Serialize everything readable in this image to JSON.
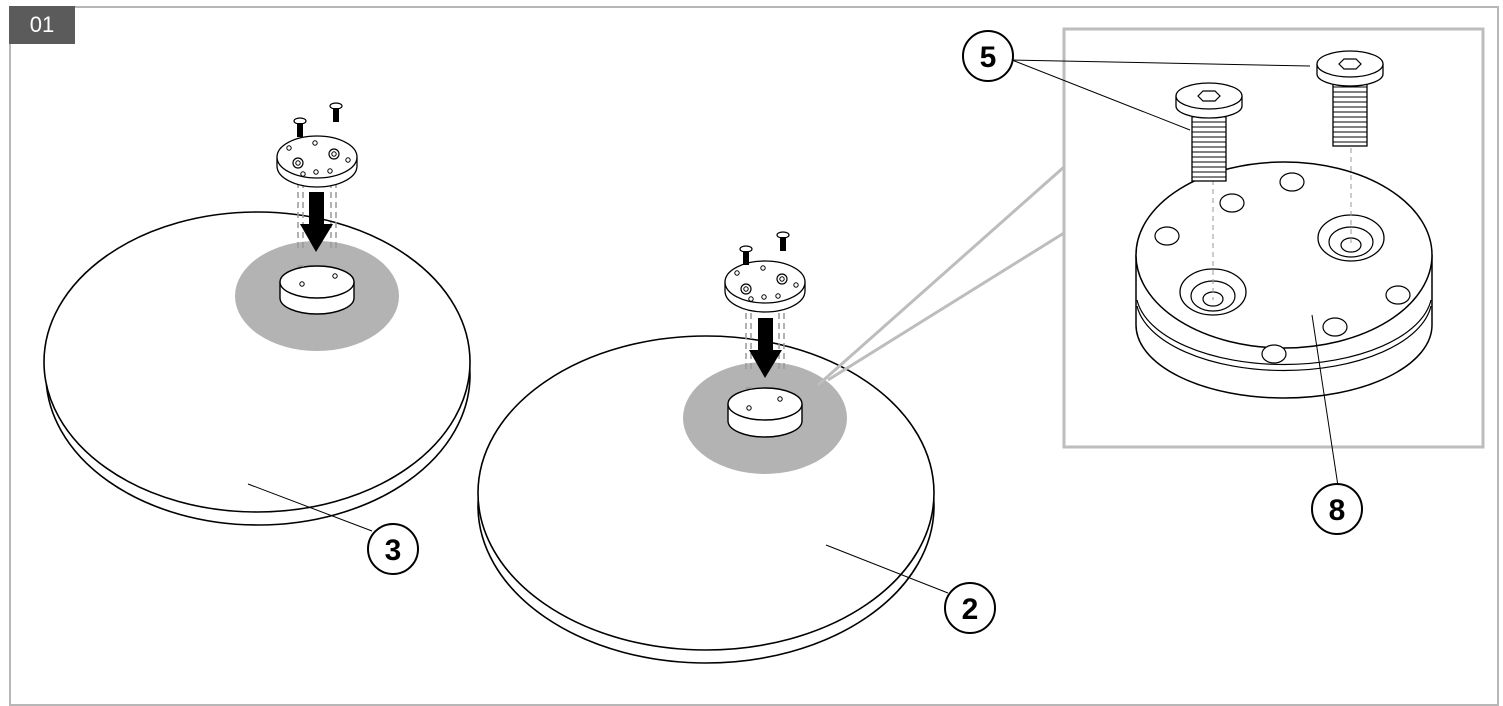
{
  "step": {
    "number": "01"
  },
  "callouts": {
    "base_small": "3",
    "base_large": "2",
    "screws": "5",
    "plate": "8"
  },
  "colors": {
    "frame": "#b7b7b7",
    "badge": "#5b5b5b",
    "highlight": "#b3b3b3",
    "line": "#000000"
  }
}
